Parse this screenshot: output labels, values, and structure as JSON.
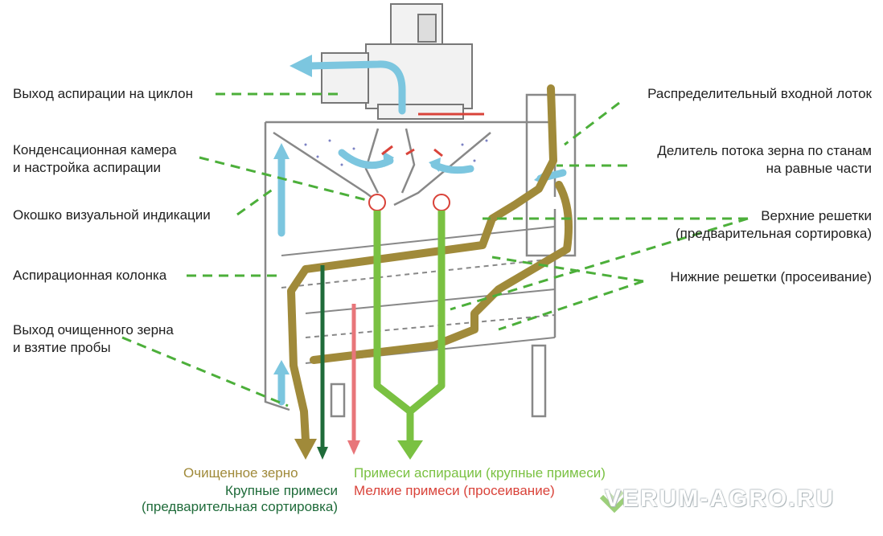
{
  "labels": {
    "aspiration_outlet": "Выход аспирации на циклон",
    "condensation_chamber": "Конденсационная камера\nи настройка аспирации",
    "sight_window": "Окошко визуальной индикации",
    "aspiration_column": "Аспирационная колонка",
    "cleaned_grain_outlet": "Выход очищенного зерна\nи взятие пробы",
    "inlet_tray": "Распределительный входной лоток",
    "flow_divider": "Делитель потока зерна по станам\nна равные части",
    "upper_sieves": "Верхние решетки\n(предварительная сортировка)",
    "lower_sieves": "Нижние решетки (просеивание)"
  },
  "outputs": {
    "cleaned_grain": "Очищенное зерно",
    "coarse_impurities": "Крупные примеси\n(предварительная сортировка)",
    "aspiration_impurities": "Примеси аспирации (крупные примеси)",
    "fine_impurities": "Мелкие примеси (просеивание)"
  },
  "watermark": "VERUM-AGRO.RU",
  "colors": {
    "grain": "#a08a3a",
    "coarse": "#1f6b3a",
    "aspiration": "#7ac142",
    "fine": "#e8767a",
    "air": "#7cc6df",
    "leader": "#4caf3a",
    "frame": "#888888"
  }
}
